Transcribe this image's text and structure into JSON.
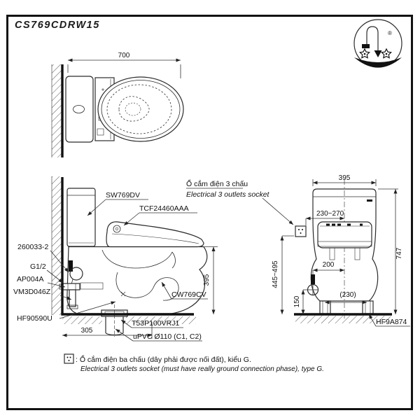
{
  "page": {
    "title": "CS769CDRW15"
  },
  "logo": {
    "registered_mark": "®"
  },
  "top_view": {
    "dims": {
      "overall_depth": "700"
    }
  },
  "side_view": {
    "parts": {
      "cistern": "SW769DV",
      "washlet": "TCF24460AAA",
      "fitting_260033": "260033-2",
      "inlet_thread": "G1/2",
      "angle_valve": "AP004A",
      "hose": "VM3D046Z",
      "floor_set": "HF90590U",
      "bowl": "CW769CV",
      "flange": "T53P100VRJ1",
      "drain_pipe": "uPVC Ø110 (C1, C2)"
    },
    "socket_note": {
      "vi": "Ổ cắm điện 3 chấu",
      "en": "Electrical 3 outlets socket"
    },
    "dims": {
      "bowl_height": "395",
      "rough_in": "305"
    }
  },
  "rear_view": {
    "dims": {
      "width": "395",
      "height": "747",
      "socket_offset_h": "230~270",
      "socket_offset_v": "445~495",
      "valve_offset_h": "200",
      "valve_offset_v": "150",
      "bolt_spacing": "(230)"
    },
    "parts": {
      "floor_fixing": "HF9A874"
    }
  },
  "legend": {
    "vi": ": Ổ cắm điện ba chấu (dây phải được nối đất), kiểu G.",
    "en": "Electrical 3 outlets socket (must have really ground connection phase), type G."
  }
}
